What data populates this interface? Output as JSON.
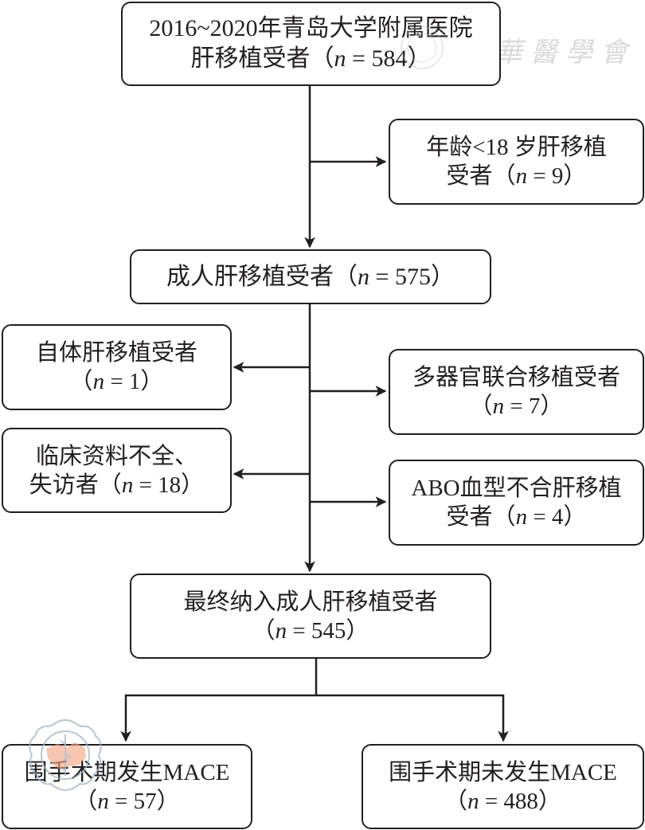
{
  "title": "肝移植受者纳入流程图",
  "watermark": {
    "text": "中華醫學會",
    "seal_text": "中华医学会 CHINESE MEDICAL ASSOCIATION"
  },
  "boxes": {
    "source": {
      "line1": "2016~2020年青岛大学附属医院",
      "line2_prefix": "肝移植受者（",
      "n_label": "n",
      "n_eq": " = 584",
      "close": "）"
    },
    "excl_age": {
      "line1": "年龄<18 岁肝移植",
      "line2_prefix": "受者（",
      "n_label": "n",
      "n_eq": " = 9",
      "close": "）"
    },
    "adult": {
      "line1_prefix": "成人肝移植受者（",
      "n_label": "n",
      "n_eq": " = 575",
      "close": "）"
    },
    "excl_auto": {
      "line1": "自体肝移植受者",
      "line2_prefix": "（",
      "n_label": "n",
      "n_eq": " = 1",
      "close": "）"
    },
    "excl_multi": {
      "line1": "多器官联合移植受者",
      "line2_prefix": "（",
      "n_label": "n",
      "n_eq": " = 7",
      "close": "）"
    },
    "excl_data": {
      "line1": "临床资料不全、",
      "line2_prefix": "失访者（",
      "n_label": "n",
      "n_eq": " = 18",
      "close": "）"
    },
    "excl_abo": {
      "line1": "ABO血型不合肝移植",
      "line2_prefix": "受者（",
      "n_label": "n",
      "n_eq": " = 4",
      "close": "）"
    },
    "final": {
      "line1": "最终纳入成人肝移植受者",
      "line2_prefix": "（",
      "n_label": "n",
      "n_eq": " = 545",
      "close": "）"
    },
    "mace_yes": {
      "line1": "围手术期发生MACE",
      "line2_prefix": "（",
      "n_label": "n",
      "n_eq": " = 57",
      "close": "）"
    },
    "mace_no": {
      "line1": "围手术期未发生MACE",
      "line2_prefix": "（",
      "n_label": "n",
      "n_eq": " = 488",
      "close": "）"
    }
  },
  "colors": {
    "stroke": "#231f20",
    "watermark": "#d9d9d9",
    "seal_map": "#f4a582",
    "seal_ring": "#9fb3c8"
  }
}
